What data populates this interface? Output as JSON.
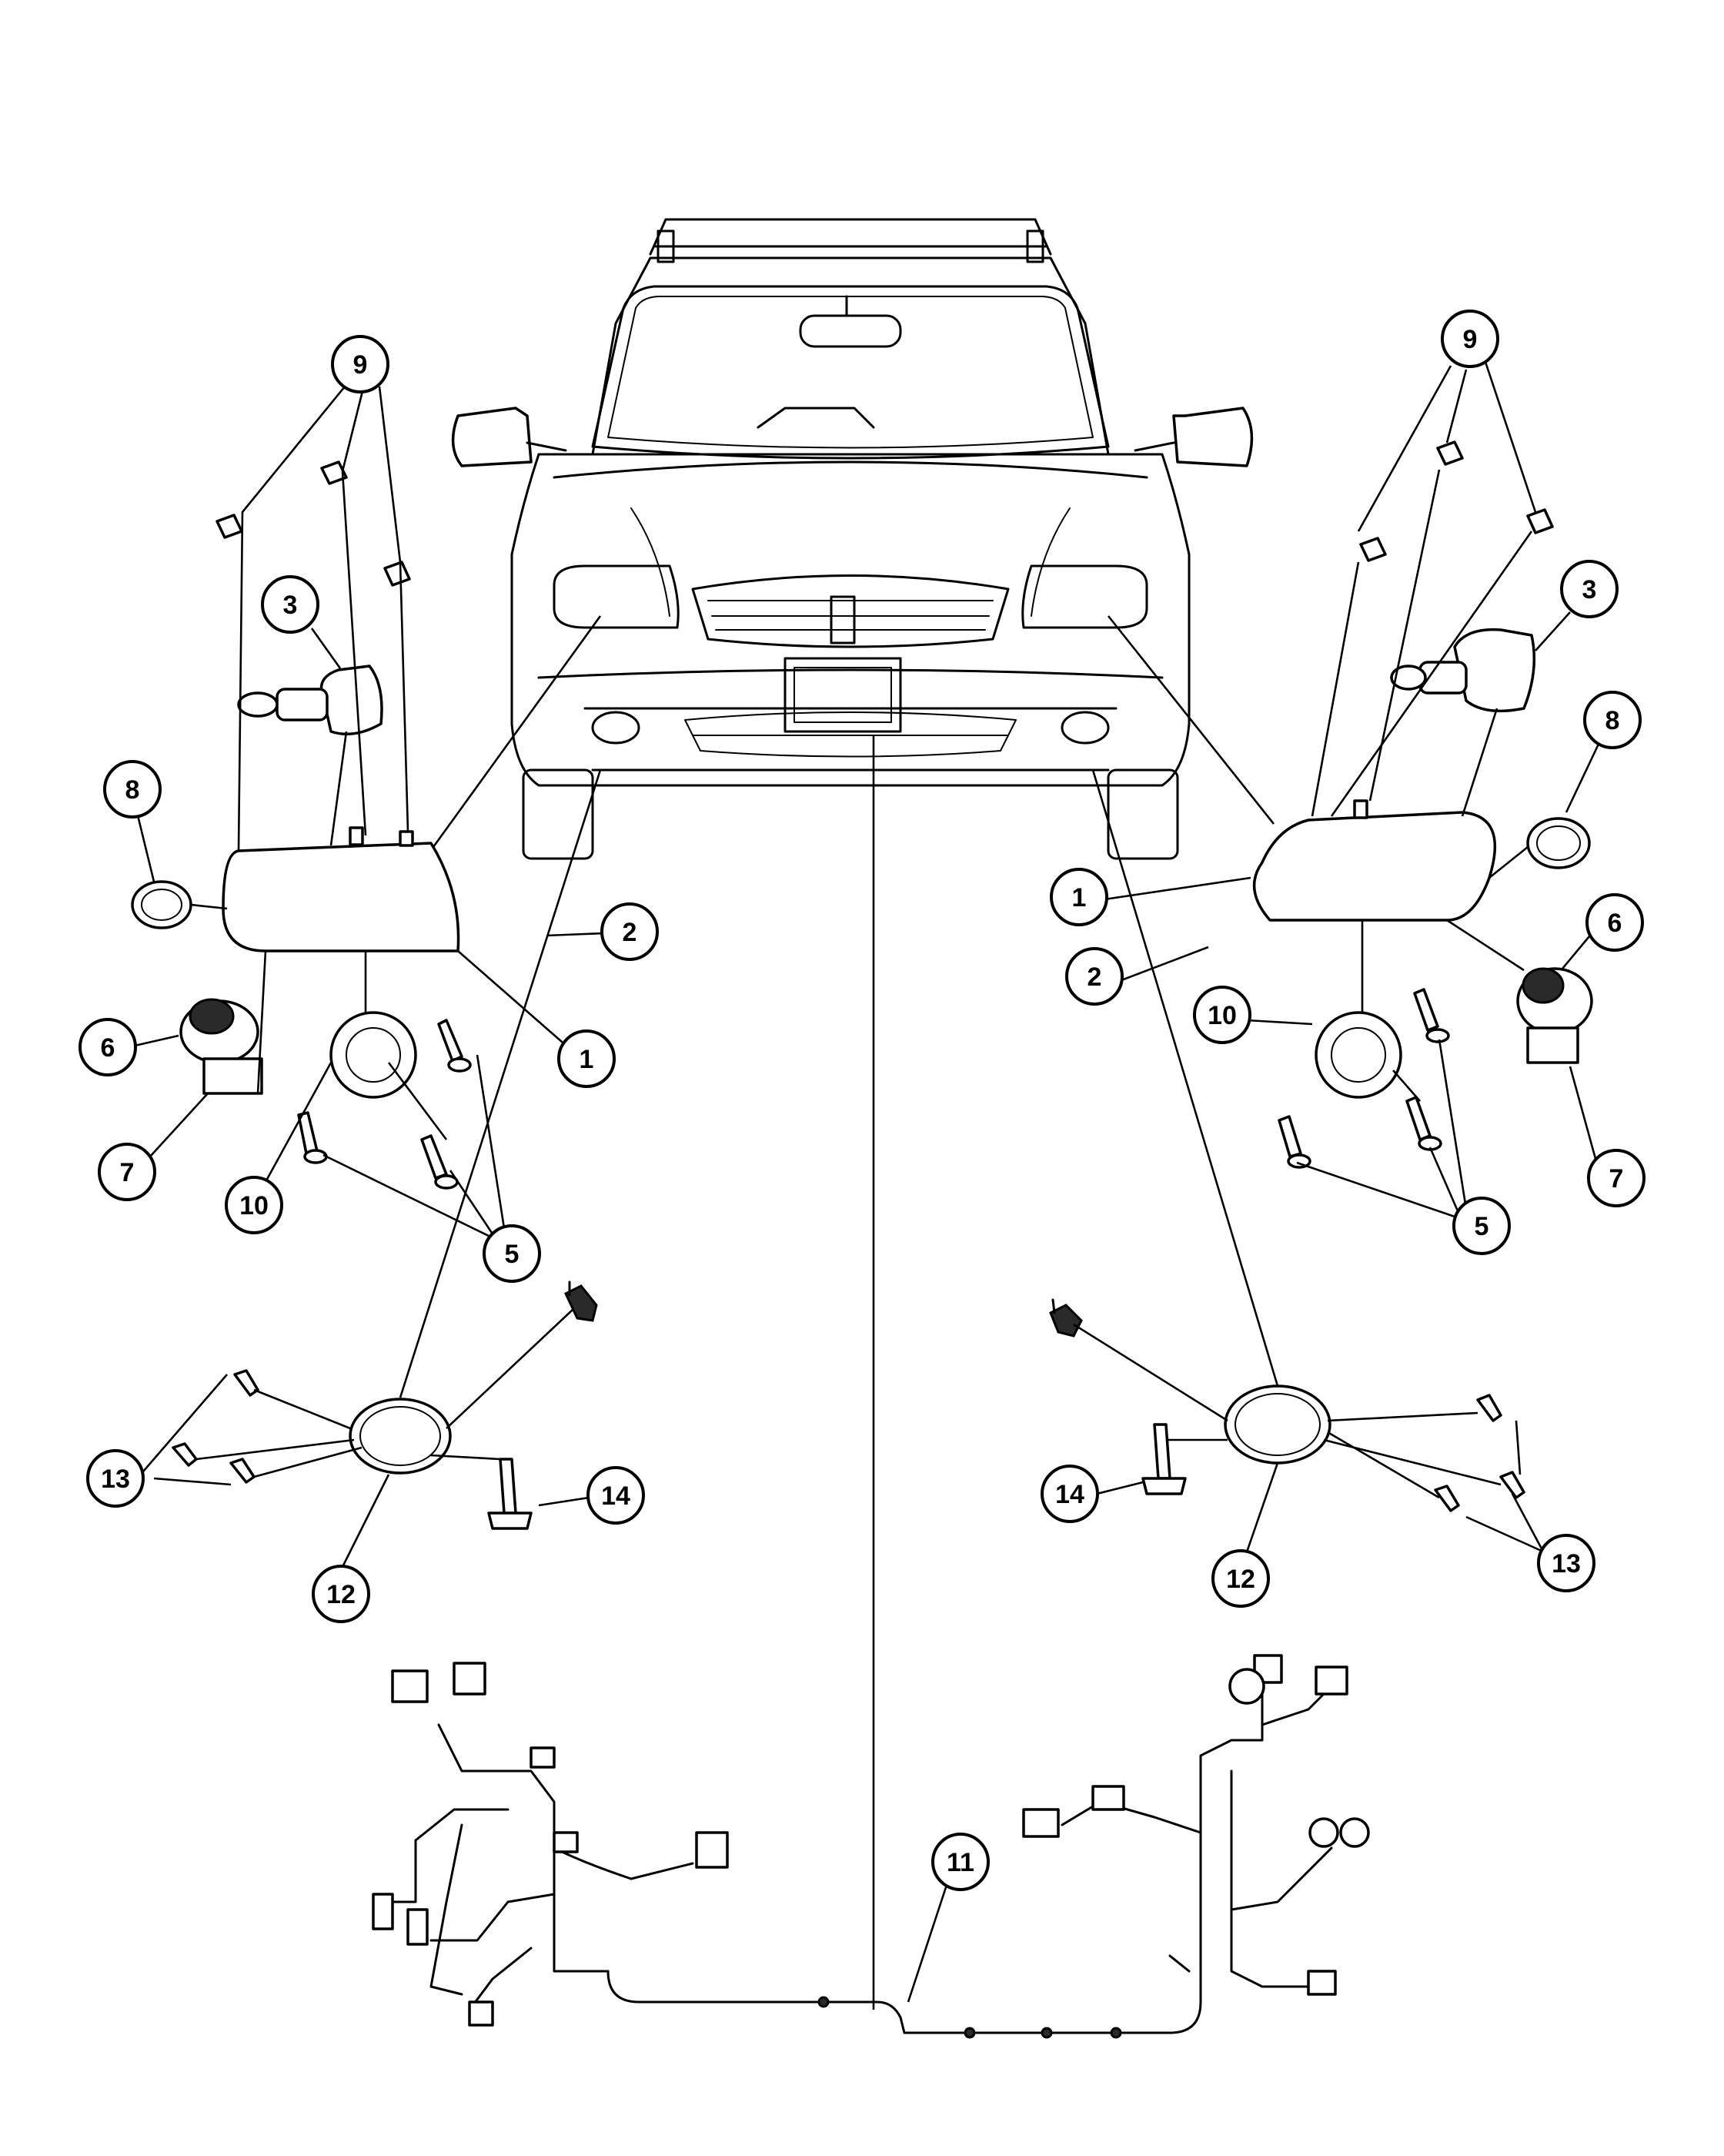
{
  "diagram": {
    "callout_color": "#000000",
    "background": "#ffffff",
    "callouts": {
      "left": {
        "c9": "9",
        "c3": "3",
        "c8": "8",
        "c2": "2",
        "c1": "1",
        "c6": "6",
        "c7": "7",
        "c10": "10",
        "c5": "5",
        "c13": "13",
        "c14": "14",
        "c12": "12"
      },
      "right": {
        "c9": "9",
        "c3": "3",
        "c8": "8",
        "c1": "1",
        "c2": "2",
        "c6": "6",
        "c10": "10",
        "c7": "7",
        "c5": "5",
        "c14": "14",
        "c13": "13",
        "c12": "12"
      },
      "center": {
        "c11": "11"
      }
    }
  }
}
